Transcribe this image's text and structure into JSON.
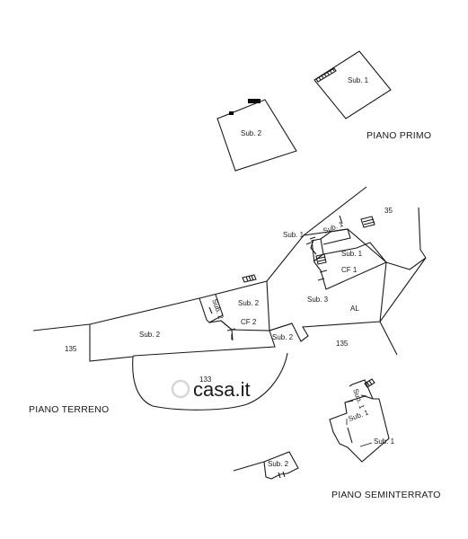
{
  "sections": {
    "piano_primo": "PIANO PRIMO",
    "piano_terreno": "PIANO TERRENO",
    "piano_seminterrato": "PIANO SEMINTERRATO"
  },
  "labels": {
    "sub1": "Sub. 1",
    "sub2": "Sub. 2",
    "sub3": "Sub. 3",
    "cf1": "CF 1",
    "cf2": "CF 2",
    "al": "AL",
    "n35": "35",
    "n133": "133",
    "n135": "135"
  },
  "watermark": "casa.it"
}
